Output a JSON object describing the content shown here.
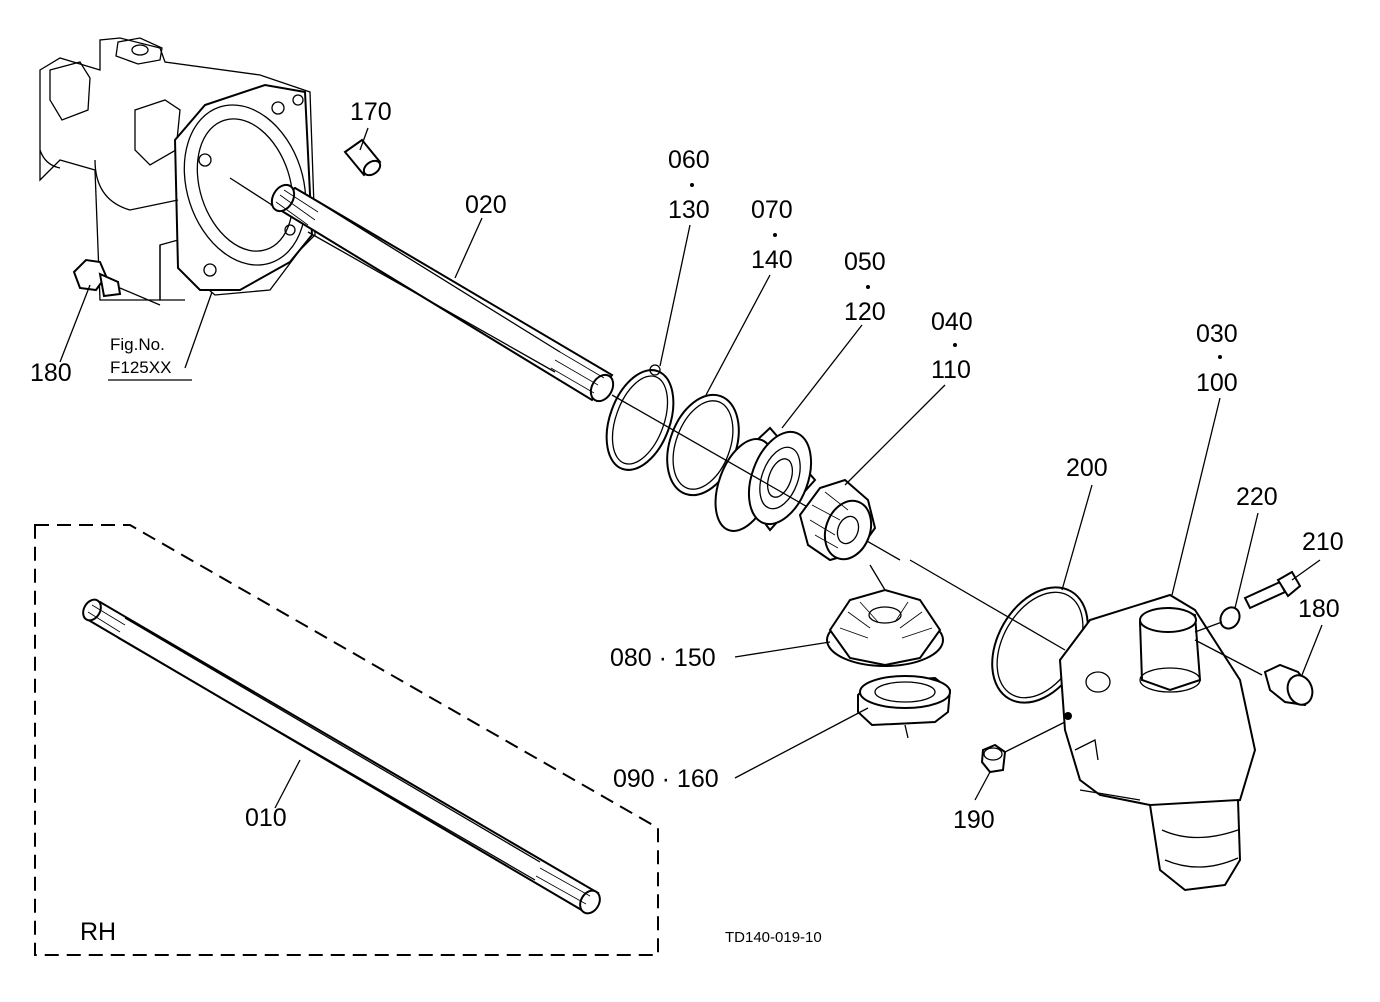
{
  "diagram": {
    "drawing_code": "TD140-019-10",
    "fig_ref": {
      "line1": "Fig.No.",
      "line2": "F125XX"
    },
    "rh_label": "RH",
    "callouts": {
      "p170": "170",
      "p020": "020",
      "p180_left": "180",
      "p060": "060",
      "p130": "130",
      "p070": "070",
      "p140": "140",
      "p050": "050",
      "p120": "120",
      "p040": "040",
      "p110": "110",
      "p030": "030",
      "p100": "100",
      "p200": "200",
      "p220": "220",
      "p210": "210",
      "p180_right": "180",
      "p080_150": "080 · 150",
      "p090_160": "090 · 160",
      "p190": "190",
      "p010": "010"
    }
  }
}
